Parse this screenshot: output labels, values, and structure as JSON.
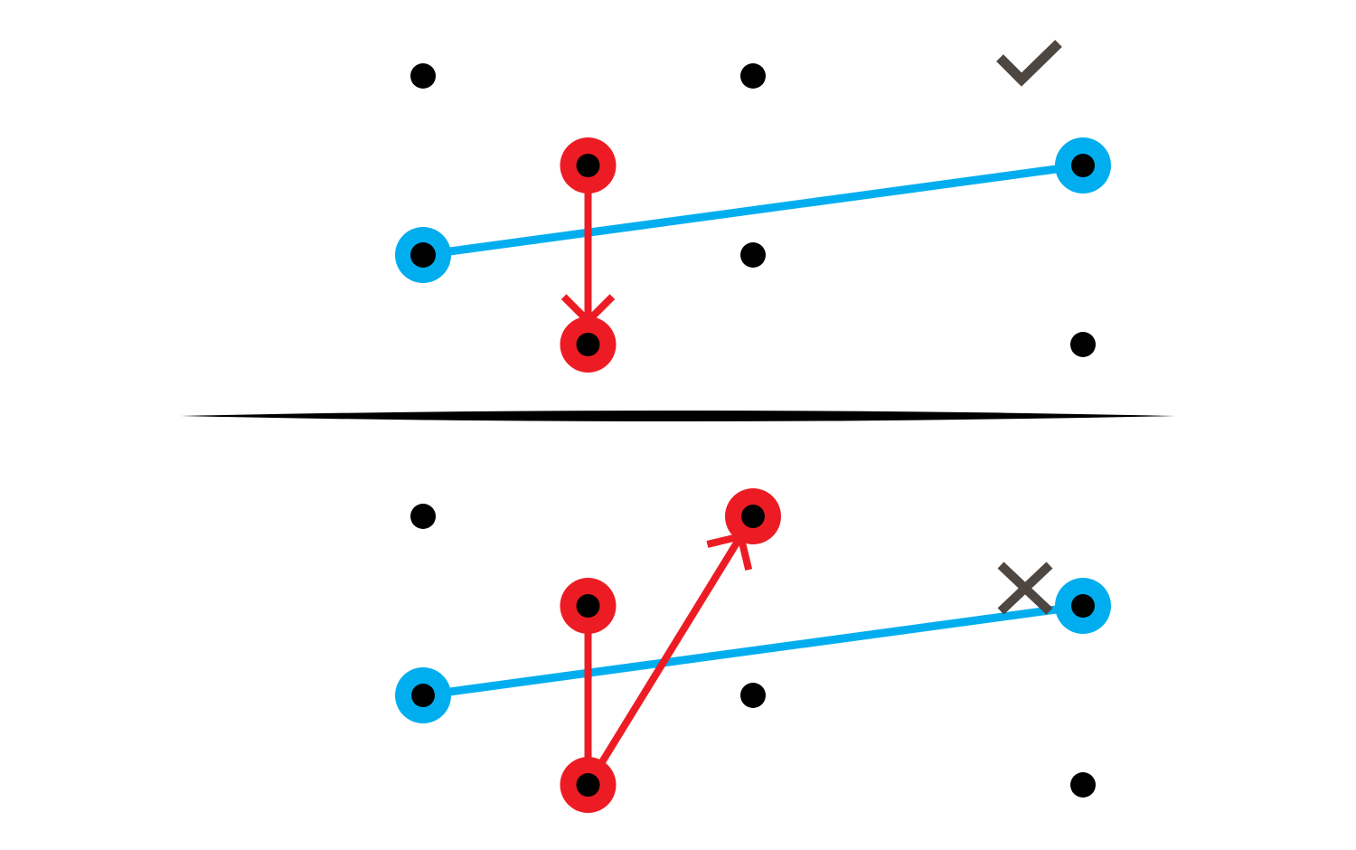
{
  "colors": {
    "background": "#ffffff",
    "dot": "#000000",
    "blue": "#00aeef",
    "red": "#ed1c24",
    "mark": "#4d4641",
    "divider": "#000000"
  },
  "panels": [
    {
      "name": "valid-move",
      "verdict_icon": "check-icon",
      "dots": [
        [
          0,
          0
        ],
        [
          1,
          0
        ],
        [
          0,
          2
        ],
        [
          1,
          2
        ],
        [
          2,
          3
        ]
      ],
      "blue_segment": {
        "from": [
          0,
          2
        ],
        "to": [
          2,
          1
        ]
      },
      "red_points": [
        [
          0.5,
          1
        ],
        [
          0.5,
          3
        ]
      ],
      "red_arrows": [
        {
          "from": [
            0.5,
            1
          ],
          "to": [
            0.5,
            3
          ]
        }
      ]
    },
    {
      "name": "invalid-move",
      "verdict_icon": "cross-icon",
      "dots": [
        [
          0,
          0
        ],
        [
          1,
          2
        ],
        [
          2,
          3
        ]
      ],
      "blue_segment": {
        "from": [
          0,
          2
        ],
        "to": [
          2,
          1
        ]
      },
      "red_points": [
        [
          0.5,
          1
        ],
        [
          0.5,
          3
        ],
        [
          1,
          0
        ]
      ],
      "red_arrows": [
        {
          "from": [
            0.5,
            1
          ],
          "to": [
            0.5,
            3
          ],
          "head": false
        },
        {
          "from": [
            0.5,
            3
          ],
          "to": [
            1,
            0
          ]
        }
      ]
    }
  ]
}
